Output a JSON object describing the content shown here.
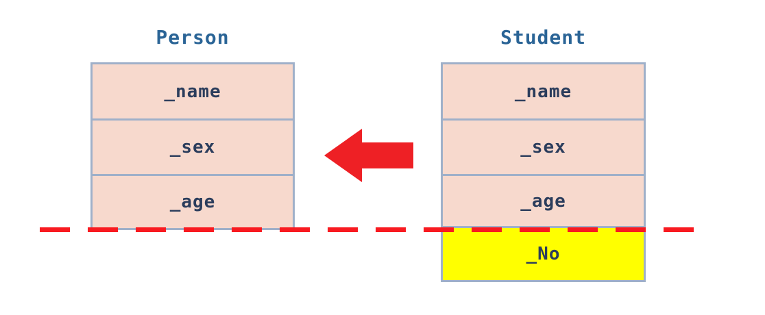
{
  "diagram": {
    "title_color": "#2a6496",
    "field_text_color": "#2b3d5c",
    "box_fill": "#f7d9cd",
    "box_border": "#9fb0c9",
    "highlight_fill": "#ffff00",
    "accent_red": "#f81a20",
    "classes": [
      {
        "name": "Person",
        "fields": [
          {
            "label": "_name",
            "highlight": false
          },
          {
            "label": "_sex",
            "highlight": false
          },
          {
            "label": "_age",
            "highlight": false
          }
        ]
      },
      {
        "name": "Student",
        "fields": [
          {
            "label": "_name",
            "highlight": false
          },
          {
            "label": "_sex",
            "highlight": false
          },
          {
            "label": "_age",
            "highlight": false
          },
          {
            "label": "_No",
            "highlight": true
          }
        ]
      }
    ],
    "arrow": {
      "direction": "left",
      "color": "#f81a20"
    },
    "cut_line": {
      "color": "#f81a20",
      "style": "dashed"
    }
  }
}
